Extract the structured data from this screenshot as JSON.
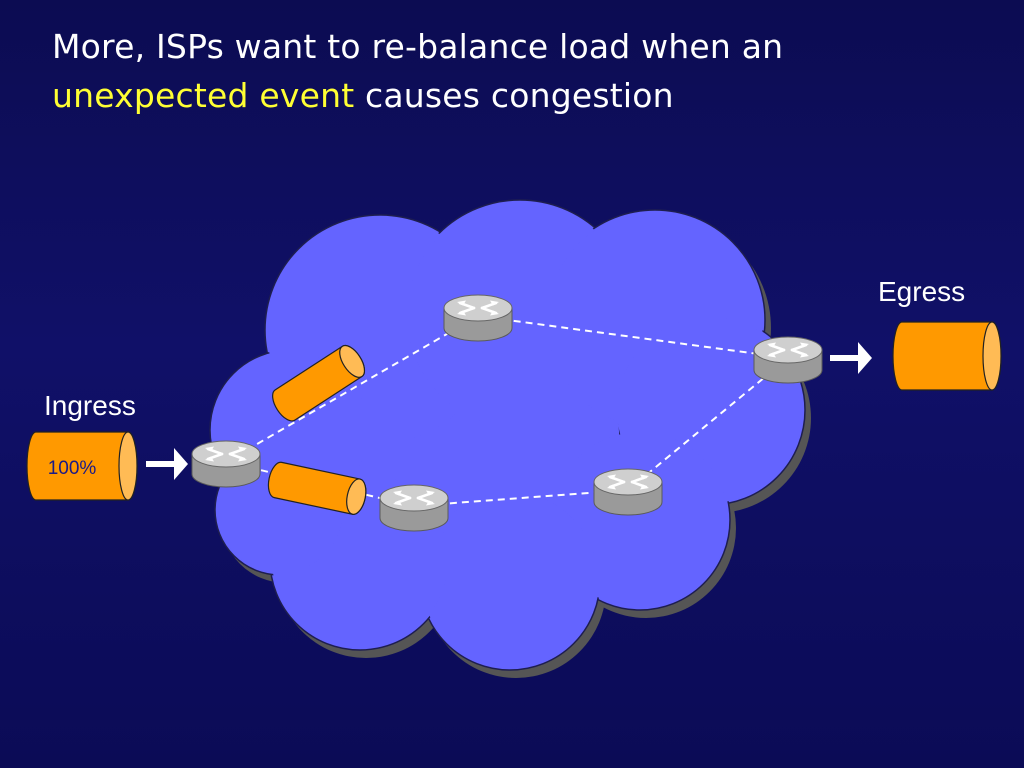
{
  "title": {
    "line1": "More, ISPs want to re-balance load when an",
    "highlight": "unexpected event",
    "line2_rest": " causes congestion"
  },
  "labels": {
    "ingress": "Ingress",
    "egress": "Egress",
    "ingress_load": "100%"
  },
  "icons": {
    "router": "router-icon",
    "traffic_cylinder": "traffic-cylinder-icon",
    "arrow": "arrow-right-icon",
    "network": "network-cloud"
  },
  "colors": {
    "background": "#0c0c52",
    "cloud": "#6464ff",
    "cylinder": "#ff9900",
    "highlight": "#ffff33",
    "text": "#ffffff"
  }
}
